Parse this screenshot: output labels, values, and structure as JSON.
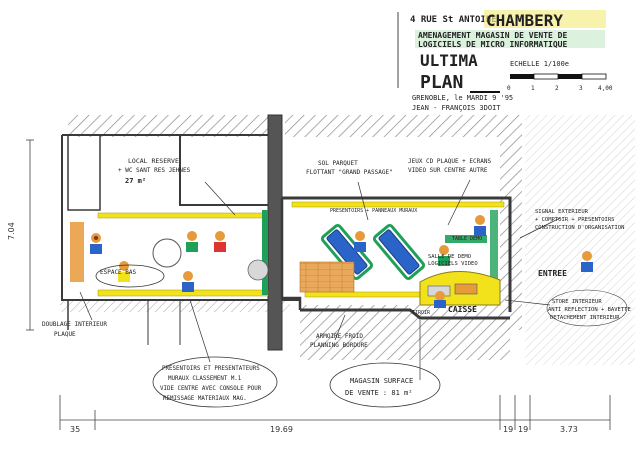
{
  "title_block": {
    "address": "4 RUE St ANTOINE",
    "city": "CHAMBERY",
    "description_1": "AMENAGEMENT MAGASIN DE VENTE DE",
    "description_2": "LOGICIELS DE MICRO INFORMATIQUE",
    "brand": "ULTIMA",
    "sheet": "PLAN",
    "scale": "ECHELLE 1/100e",
    "scale_marks": [
      "0",
      "1",
      "2",
      "3",
      "4,00"
    ],
    "place_date": "GRENOBLE, le MARDI 9 '95",
    "author": "JEAN - FRANÇOIS 3DOIT"
  },
  "colors": {
    "wall": "#3a3a3a",
    "yellow": "#f2e21b",
    "green": "#1fa05a",
    "blue": "#2a64c8",
    "orange": "#e79a3a",
    "hatch": "#7a7a7a"
  },
  "labels": {
    "local_reserve": "LOCAL RESERVE",
    "local_reserve_2": "+ WC SANT RES JEHNES",
    "local_reserve_area": "27 m²",
    "sol_parquet": "SOL PARQUET",
    "sol_parquet_2": "FLOTTANT \"GRAND PASSAGE\"",
    "jeux_cd": "JEUX CD PLAQUE + ECRANS",
    "jeux_cd_2": "VIDEO SUR CENTRE AUTRE",
    "presentoirs_top": "PRESENTOIRS + PANNEAUX MURAUX",
    "salle_demo": "SALLE DE DEMO",
    "salle_demo_2": "LOGICIELS VIDEO",
    "signal": "SIGNAL EXTERIEUR",
    "signal_2": "+ COMPTOIR + PRESENTOIRS",
    "signal_3": "CONSTRUCTION D'ORGANISATION",
    "entree": "ENTREE",
    "caisse": "CAISSE",
    "double_plafond": "DOUBLAGE INTERIEUR",
    "double_plafond_2": "PLAQUE",
    "presentoirs_bottom": "PRESENTOIRS ET PRESENTATEURS",
    "presentoirs_bottom_2": "MURAUX CLASSEMENT M.1",
    "presentoirs_bottom_3": "VIDE CENTRE AVEC CONSOLE POUR",
    "presentoirs_bottom_4": "REMISSAGE MATERIAUX MAG.",
    "armoire": "ARMOIRE FROID",
    "armoire_2": "PLANNING BORDURE",
    "magasin": "MAGASIN SURFACE",
    "magasin_2": "DE VENTE : 81 m²",
    "store": "STORE INTERIEUR",
    "store_2": "ANTI REFLECTION + BAVETTE",
    "store_3": "DETACHEMENT INTERIEUR",
    "espace_bas": "ESPACE BAS",
    "tiroir": "TIROIR",
    "table_demo": "TABLE DEMO"
  },
  "dimensions": {
    "height_left": "7.04",
    "bottom_left": "35",
    "bottom_mid": "19.69",
    "bottom_r1": "19",
    "bottom_r2": "19",
    "bottom_right": "3.73"
  }
}
